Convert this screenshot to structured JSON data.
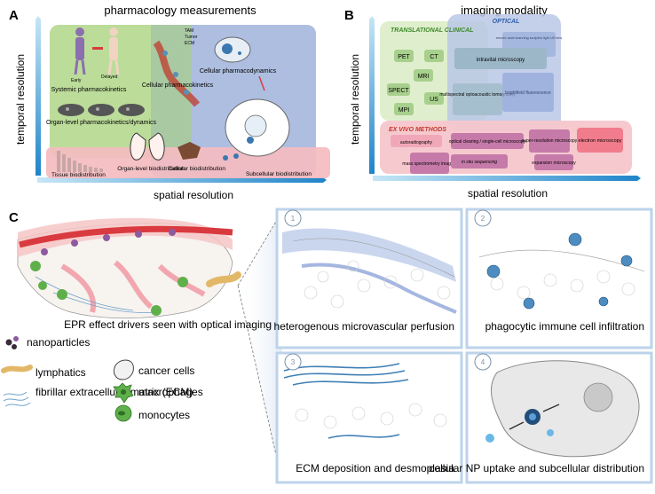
{
  "panel_a": {
    "letter": "A",
    "title": "pharmacology measurements",
    "y_axis": "temporal resolution",
    "x_axis": "spatial resolution",
    "labels": {
      "early": "Early",
      "delayed": "Delayed",
      "systemic": "Systemic pharmacokinetics",
      "organ_dyn": "Organ-level pharmacokinetics/dynamics",
      "cellular_pk": "Cellular pharmacokinetics",
      "tam": "TAM",
      "tumor": "Tumor",
      "ecm": "ECM",
      "cellular_pd": "Cellular pharmacodynamics",
      "tissue_bio": "Tissue biodistribution",
      "organ_bio": "Organ-level biodistribution",
      "cellular_bio": "Cellular biodistribution",
      "subcellular_bio": "Subcellular biodistribution"
    }
  },
  "panel_b": {
    "letter": "B",
    "title": "imaging modality",
    "y_axis": "temporal resolution",
    "x_axis": "spatial resolution",
    "translational": "TRANSLATIONAL CLINICAL",
    "optical": "OPTICAL",
    "exvivo": "EX VIVO METHODS",
    "clinical_items": [
      "PET",
      "CT",
      "MRI",
      "SPECT",
      "US",
      "MPI"
    ],
    "optical_items": {
      "remote": "remote axial scanning sculpted light US lens",
      "intravital": "intravital microscopy",
      "msot": "multispectral optoacoustic tomography",
      "brightfield": "brightfield fluorescence"
    },
    "exvivo_items": {
      "autorad": "autoradiography",
      "clearing": "optical clearing / single-cell microscopy",
      "superres": "super-resolution microscopy",
      "electron": "electron microscopy",
      "massspec": "mass spectrometry imaging",
      "insitu": "in situ sequencing",
      "expansion": "expansion microscopy"
    }
  },
  "panel_c": {
    "letter": "C",
    "legend": {
      "nanoparticles": "nanoparticles",
      "lymphatics": "lymphatics",
      "ecm": "fibrillar extracellular matrix (ECM)",
      "cancer": "cancer cells",
      "macrophages": "macrophages",
      "monocytes": "monocytes"
    },
    "epr": "EPR effect drivers seen with optical imaging",
    "boxes": [
      {
        "num": "1",
        "caption": "heterogenous microvascular perfusion"
      },
      {
        "num": "2",
        "caption": "phagocytic immune cell infiltration"
      },
      {
        "num": "3",
        "caption": "ECM deposition and desmoplasia"
      },
      {
        "num": "4",
        "caption": "cellular NP uptake and subcellular distribution"
      }
    ]
  },
  "colors": {
    "axis": "#3aa0d8",
    "green_region": "#bcdc9a",
    "blue_region": "#9fb3da",
    "pink_region": "#f4bcc0",
    "clinical_box": "#a8d08d",
    "exvivo_box": "#c67aa9",
    "box_border": "#bcd3ea",
    "vessel": "#d93a3f"
  }
}
